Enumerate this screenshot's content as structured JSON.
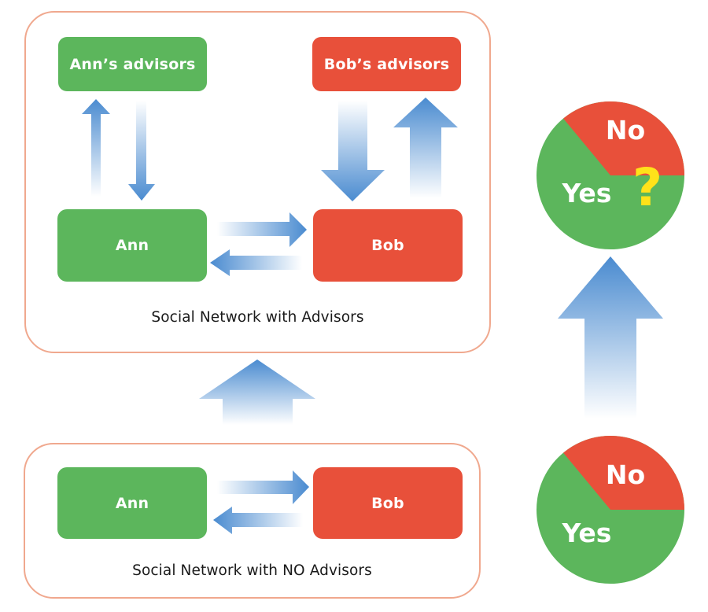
{
  "colors": {
    "agree_green": "#5CB65C",
    "disagree_red": "#E8503A",
    "arrow_blue": "#4A8BD0",
    "frame_salmon": "#F0A88E",
    "question_yellow": "#FFE21A"
  },
  "top_panel": {
    "caption": "Social Network with Advisors",
    "ann_advisors": "Ann’s advisors",
    "bob_advisors": "Bob’s advisors",
    "ann": "Ann",
    "bob": "Bob"
  },
  "bottom_panel": {
    "caption": "Social Network with NO Advisors",
    "ann": "Ann",
    "bob": "Bob"
  },
  "pies": {
    "with_advisors": {
      "yes_label": "Yes",
      "no_label": "No",
      "uncertainty_mark": "?",
      "no_share": 0.36,
      "yes_share": 0.64
    },
    "without_advisors": {
      "yes_label": "Yes",
      "no_label": "No",
      "no_share": 0.36,
      "yes_share": 0.64
    }
  },
  "chart_data": [
    {
      "type": "pie",
      "title": "Outcome with advisors",
      "categories": [
        "No",
        "Yes"
      ],
      "values": [
        36,
        64
      ],
      "annotations": [
        "?"
      ]
    },
    {
      "type": "pie",
      "title": "Outcome with no advisors",
      "categories": [
        "No",
        "Yes"
      ],
      "values": [
        36,
        64
      ]
    }
  ]
}
